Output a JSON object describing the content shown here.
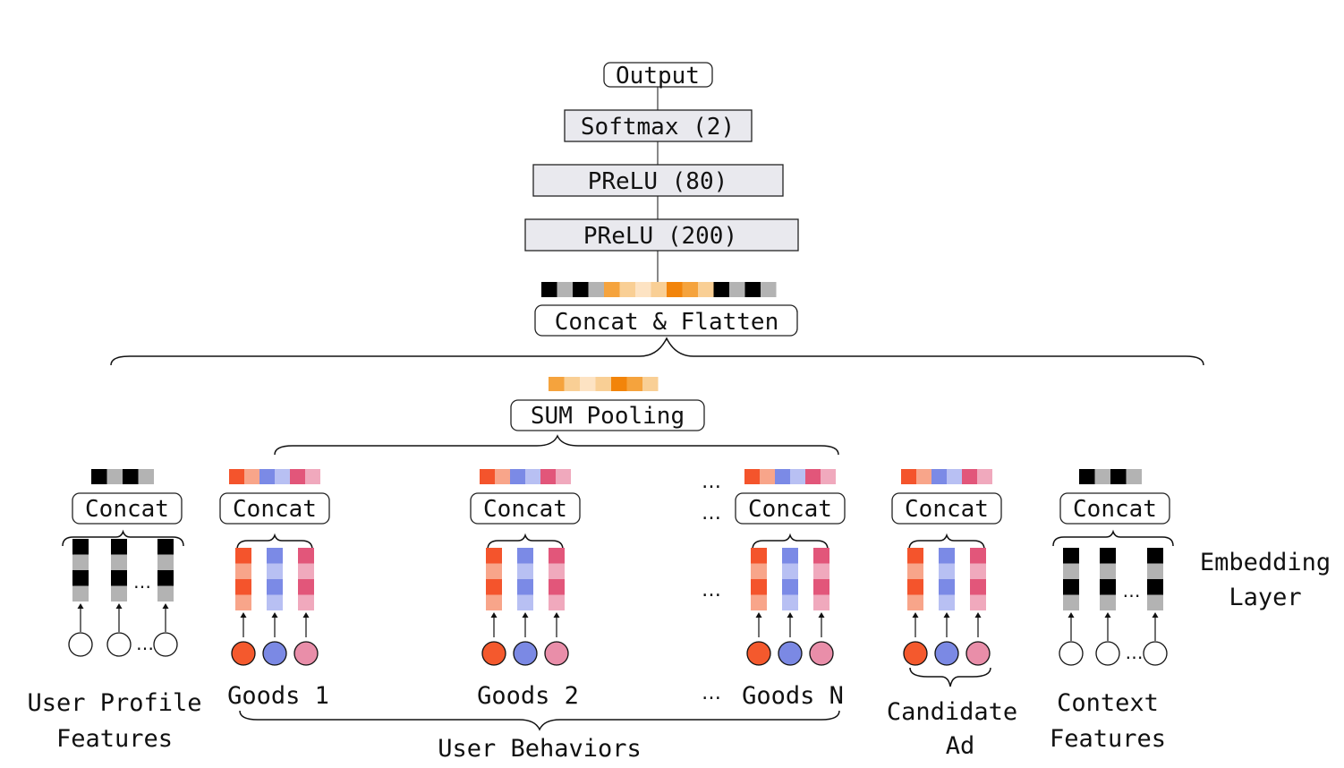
{
  "layers": {
    "output": "Output",
    "softmax": "Softmax (2)",
    "prelu80": "PReLU (80)",
    "prelu200": "PReLU (200)",
    "concat_flatten": "Concat & Flatten",
    "sum_pooling": "SUM Pooling"
  },
  "concat_label": "Concat",
  "ellipsis": "…",
  "groups": {
    "user_profile": [
      "User Profile",
      "Features"
    ],
    "goods1": "Goods 1",
    "goods2": "Goods 2",
    "goodsN": "Goods N",
    "candidate_ad": [
      "Candidate",
      "Ad"
    ],
    "context": [
      "Context",
      "Features"
    ],
    "user_behaviors": "User Behaviors",
    "embedding_layer": [
      "Embedding",
      "Layer"
    ]
  },
  "colors": {
    "black": "#000000",
    "gray": "#b3b3b3",
    "orange_dark": "#f2840a",
    "orange": "#f5a33d",
    "orange_light": "#f9cf95",
    "orange_pale": "#fde3c3",
    "red": "#f4542c",
    "salmon": "#f8a58a",
    "blue": "#7b8ae6",
    "blue_light": "#b8c0f3",
    "pink": "#e2567a",
    "pink_light": "#f0a9bd",
    "node_red": "#f4592d",
    "node_blue": "#7b89e4",
    "node_pink": "#e98ea9"
  }
}
